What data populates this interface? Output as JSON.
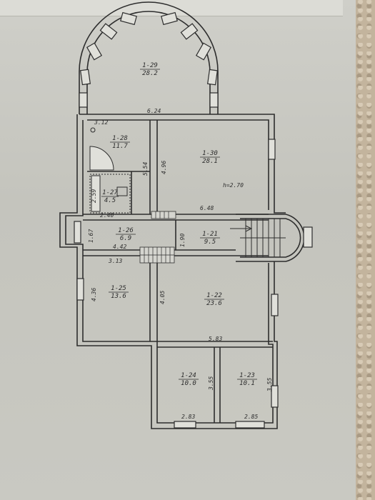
{
  "rooms": [
    {
      "id": "1-29",
      "area": "28.2"
    },
    {
      "id": "1-28",
      "area": "11.7"
    },
    {
      "id": "1-30",
      "area": "28.1"
    },
    {
      "id": "1-27",
      "area": "4.5"
    },
    {
      "id": "1-26",
      "area": "6.9"
    },
    {
      "id": "1-21",
      "area": "9.5"
    },
    {
      "id": "1-25",
      "area": "13.6"
    },
    {
      "id": "1-22",
      "area": "23.6"
    },
    {
      "id": "1-24",
      "area": "10.0"
    },
    {
      "id": "1-23",
      "area": "10.1"
    }
  ],
  "dimensions": {
    "d312": "3.12",
    "d624": "6.24",
    "d554": "5.54",
    "d496": "4.96",
    "height": "h=2.70",
    "d259": "2.59",
    "d240": "2.40",
    "d648": "6.48",
    "d167": "1.67",
    "d442": "4.42",
    "d190": "1.90",
    "d313": "3.13",
    "d436": "4.36",
    "d405": "4.05",
    "d583": "5.83",
    "d355a": "3.55",
    "d355b": "3.55",
    "d283": "2.83",
    "d285": "2.85"
  },
  "colors": {
    "ink": "#2d2d2d",
    "paper": "#c8c8c1",
    "wall": "#d9d9d3"
  }
}
